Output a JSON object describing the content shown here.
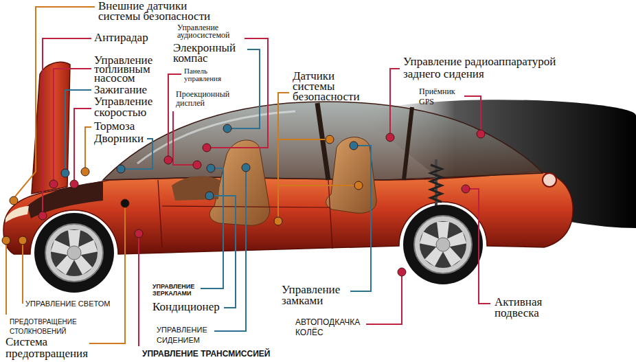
{
  "diagram": {
    "labels": [
      "Внешние датчики системы безопасности",
      "Антирадар",
      "Управление аудиосистемой",
      "Элекронный компас",
      "Управление топливным насосом",
      "Панель управления",
      "Зажигание",
      "Управление скоростью",
      "Проекционный дисплей",
      "Тормоза",
      "Дворники",
      "Датчики системы безопасности",
      "Управление радиоаппаратурой заднего сидения",
      "Приёмник GPS",
      "УПРАВЛЕНИЕ ЗЕРКАЛАМИ",
      "Управление замками",
      "УПРАВЛЕНИЕ СВЕТОМ",
      "Активная подвеска",
      "Кондиционер",
      "АВТОПОДКАЧКА КОЛЁС",
      "ПРЕДОТВРАЩЕНИЕ СТОЛКНОВЕНИЙ",
      "УПРАВЛЕНИЕ СИДЕНИЕМ",
      "Система предотвращения",
      "УПРАВЛЕНИЕ ТРАНСМИССИЕЙ"
    ]
  }
}
